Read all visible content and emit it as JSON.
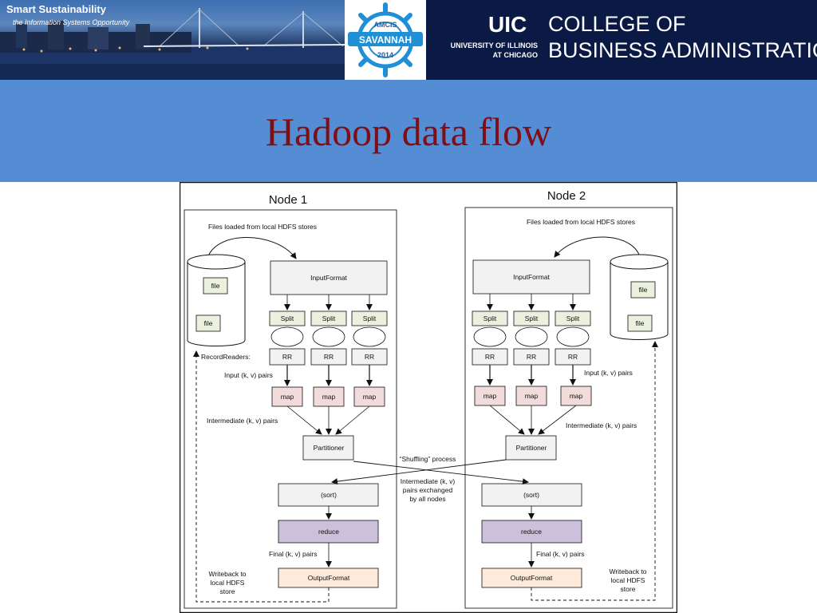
{
  "banner": {
    "photo_title": "Smart Sustainability",
    "photo_subtitle": "the Information Systems Opportunity",
    "seal_top": "AMCIS",
    "seal_name": "SAVANNAH",
    "seal_year": "2014",
    "uic_mark": "UIC",
    "uic_college": "COLLEGE OF",
    "uic_business": "BUSINESS ADMINISTRATION",
    "uic_university_line1": "UNIVERSITY OF ILLINOIS",
    "uic_university_line2": "AT CHICAGO"
  },
  "slide": {
    "title": "Hadoop data flow"
  },
  "diagram": {
    "node1": {
      "title": "Node 1",
      "files_loaded": "Files loaded from local HDFS stores",
      "file_a": "file",
      "file_b": "file",
      "input_format": "InputFormat",
      "split": "Split",
      "record_readers": "RecordReaders:",
      "rr": "RR",
      "input_pairs": "Input (k, v) pairs",
      "map": "map",
      "intermediate_pairs": "Intermediate (k, v) pairs",
      "partitioner": "Partitioner",
      "sort": "(sort)",
      "reduce": "reduce",
      "final_pairs": "Final (k, v) pairs",
      "output_format": "OutputFormat",
      "writeback": [
        "Writeback to",
        "local HDFS",
        "store"
      ]
    },
    "node2": {
      "title": "Node 2",
      "files_loaded": "Files loaded from local HDFS stores",
      "file_a": "file",
      "file_b": "file",
      "input_format": "InputFormat",
      "split": "Split",
      "rr": "RR",
      "input_pairs": "Input (k, v) pairs",
      "map": "map",
      "intermediate_pairs": "Intermediate (k, v) pairs",
      "partitioner": "Partitioner",
      "sort": "(sort)",
      "reduce": "reduce",
      "final_pairs": "Final (k, v) pairs",
      "output_format": "OutputFormat",
      "writeback": [
        "Writeback to",
        "local HDFS",
        "store"
      ]
    },
    "shuffle": {
      "label": "“Shuffling” process",
      "exchange": [
        "Intermediate (k, v)",
        "pairs exchanged",
        "by all nodes"
      ]
    }
  },
  "colors": {
    "banner_navy": "#0b1744",
    "title_band": "#548dd4",
    "title_text": "#7f0f17",
    "split_fill": "#ebf1de",
    "map_fill": "#f2dcdb",
    "reduce_fill": "#ccc0da",
    "box_fill": "#f2f2f2",
    "output_fill": "#fdeada"
  }
}
